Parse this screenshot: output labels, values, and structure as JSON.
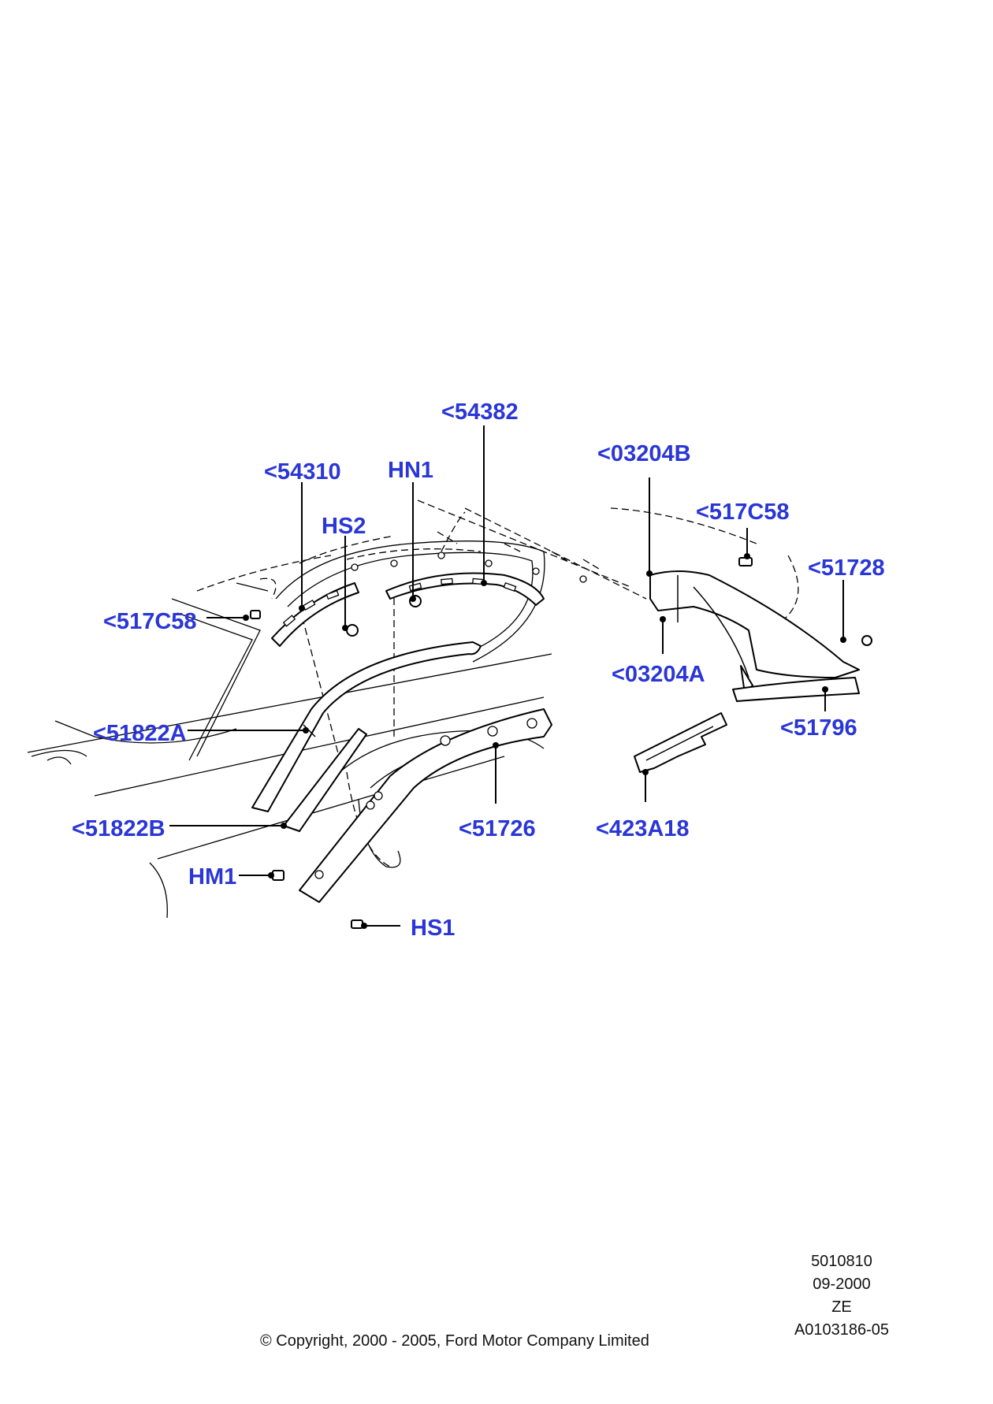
{
  "diagram": {
    "callouts": [
      {
        "id": "c54382",
        "text": "<54382"
      },
      {
        "id": "c54310",
        "text": "<54310"
      },
      {
        "id": "cHN1",
        "text": "HN1"
      },
      {
        "id": "cHS2",
        "text": "HS2"
      },
      {
        "id": "c517C58L",
        "text": "<517C58"
      },
      {
        "id": "c51822A",
        "text": "<51822A"
      },
      {
        "id": "c51822B",
        "text": "<51822B"
      },
      {
        "id": "c51726",
        "text": "<51726"
      },
      {
        "id": "cHM1",
        "text": "HM1"
      },
      {
        "id": "cHS1",
        "text": "HS1"
      },
      {
        "id": "c03204B",
        "text": "<03204B"
      },
      {
        "id": "c517C58R",
        "text": "<517C58"
      },
      {
        "id": "c51728",
        "text": "<51728"
      },
      {
        "id": "c03204A",
        "text": "<03204A"
      },
      {
        "id": "c51796",
        "text": "<51796"
      },
      {
        "id": "c423A18",
        "text": "<423A18"
      }
    ],
    "label_color": "#2a36d6",
    "meta": {
      "ref1": "5010810",
      "ref2": "09-2000",
      "ref3": "ZE",
      "ref4": "A0103186-05"
    },
    "copyright": "© Copyright, 2000 - 2005, Ford Motor Company Limited"
  }
}
